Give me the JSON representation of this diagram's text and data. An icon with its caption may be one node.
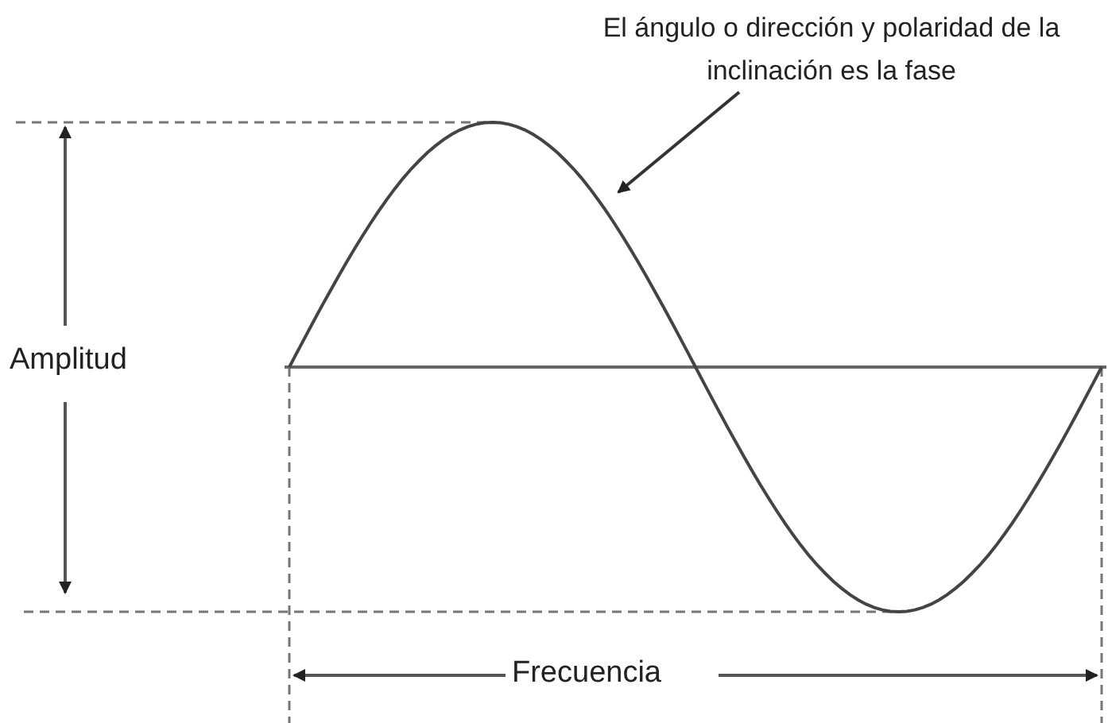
{
  "diagram": {
    "nodes": [
      {
        "text": [
          "El ángulo o dirección y polaridad de la inclinación es la fase"
        ]
      },
      {
        "text": [],
        "shape": "wave"
      }
    ],
    "edges": [
      {
        "from": 0,
        "to": 1,
        "arrow": "to"
      }
    ],
    "labels": [
      "Amplitud",
      "Frecuencia"
    ]
  }
}
